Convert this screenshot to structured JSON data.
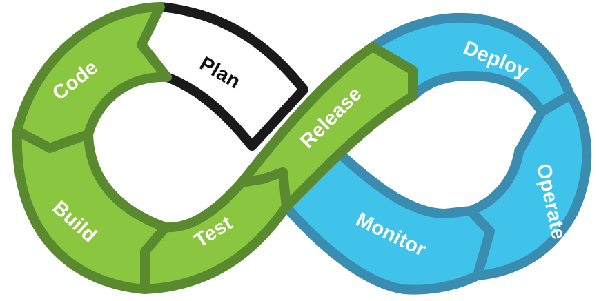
{
  "diagram": {
    "colors": {
      "green_fill": "#8ac640",
      "green_stroke": "#5a8a30",
      "blue_fill": "#40c3eb",
      "blue_stroke": "#3a8db0",
      "plan_fill": "#ffffff",
      "plan_stroke": "#1a1a1a",
      "light_text": "#ffffff",
      "dark_text": "#111111"
    },
    "stages": [
      {
        "id": "plan",
        "label": "Plan"
      },
      {
        "id": "code",
        "label": "Code"
      },
      {
        "id": "build",
        "label": "Build"
      },
      {
        "id": "test",
        "label": "Test"
      },
      {
        "id": "release",
        "label": "Release"
      },
      {
        "id": "deploy",
        "label": "Deploy"
      },
      {
        "id": "operate",
        "label": "Operate"
      },
      {
        "id": "monitor",
        "label": "Monitor"
      }
    ]
  }
}
